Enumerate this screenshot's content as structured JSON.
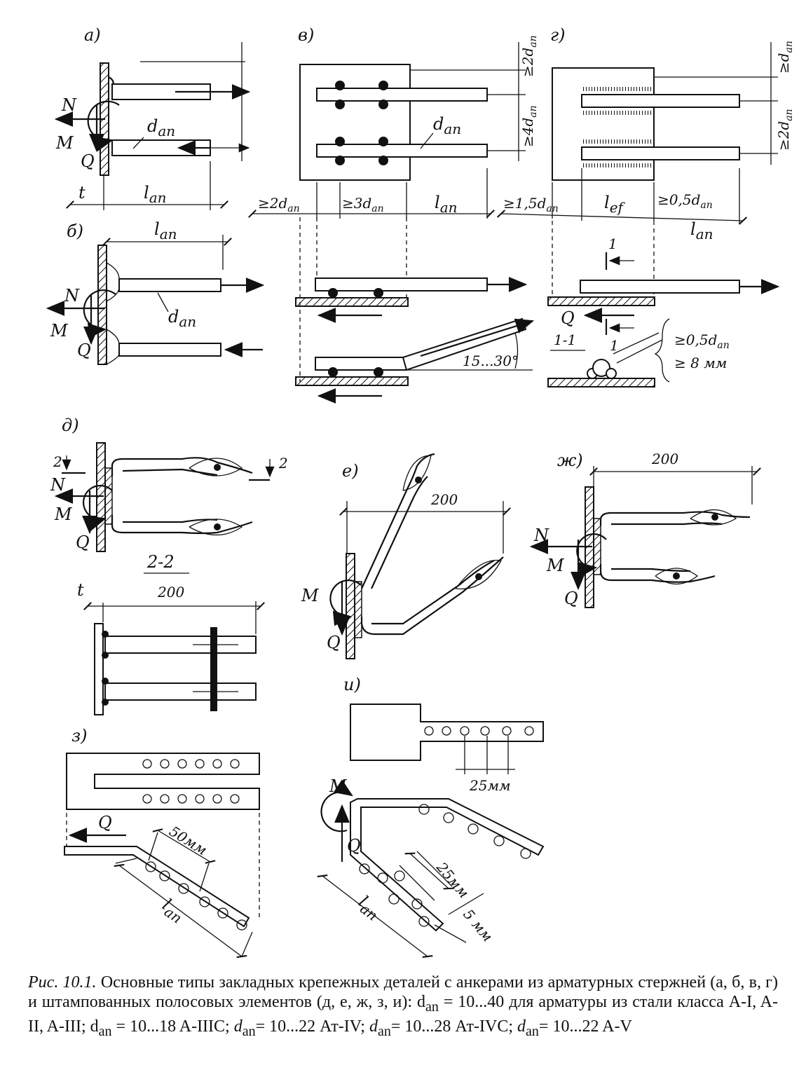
{
  "panels": {
    "a": "а)",
    "b": "б)",
    "v": "в)",
    "g": "г)",
    "d": "д)",
    "e": "е)",
    "zh": "ж)",
    "z": "з)",
    "i": "и)"
  },
  "symbols": {
    "N": "N",
    "M": "M",
    "Q": "Q",
    "t": "t",
    "d_an": "d",
    "sub_an": "an",
    "l_an": "l",
    "l_ef": "l",
    "sub_ef": "ef"
  },
  "dimensions": {
    "ge_2dan": "≥2d",
    "ge_4dan": "≥4d",
    "ge_3dan": "≥3d",
    "ge_1_5dan": "≥1,5d",
    "ge_0_5dan": "≥0,5d",
    "ge_dan": "≥d",
    "ge_8mm": "≥ 8 мм",
    "angle": "15...30°",
    "sec_1_1": "1-1",
    "sec_2_2": "2-2",
    "mark1": "1",
    "mark2": "2",
    "d200": "200",
    "d50mm": "50мм",
    "d25mm": "25мм",
    "d5mm": "5 мм"
  },
  "caption": {
    "label": "Рис. 10.1.",
    "text": "Основные типы закладных крепежных деталей с анкерами из арматурных стержней (а, б, в, г) и штампованных полосовых элементов (д, е, ж, з, и): d",
    "sub": "an",
    "line2": "= 10...40 для арматуры из стали класса A-I, A-II, A-III; d",
    "line2b": "= 10...18 A-IIIC;",
    "line3a": "= 10...22 Ат-IV;",
    "line3b": "= 10...28 Ат-IVC;",
    "line3c": "= 10...22 A-V"
  }
}
